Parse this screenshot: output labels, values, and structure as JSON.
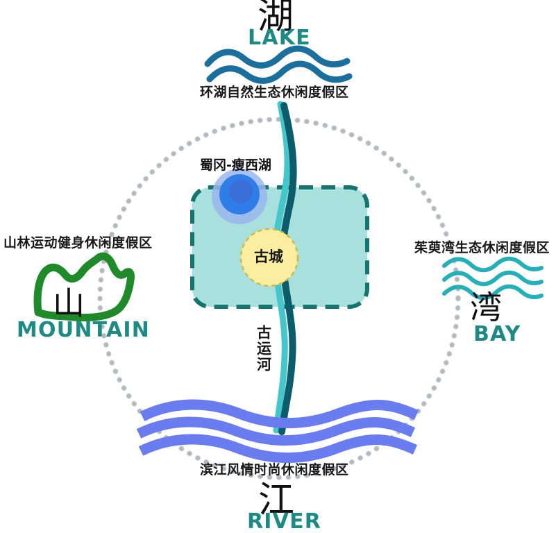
{
  "diagram": {
    "title": "Yangzhou tourism spatial structure diagram",
    "palette": {
      "lake_wave": "#1b6f9c",
      "bay_wave": "#23b0b8",
      "river_wave": "#6a7df0",
      "mountain_green": "#1f8a2a",
      "en_teal": "#1d8a84",
      "canal_dark": "#0d5c6b",
      "canal_light": "#45c6cb",
      "zone_fill": "#a8e0dd",
      "zone_border": "#13756e",
      "core_fill": "#fbeea0",
      "core_border": "#d8b83a",
      "marker_outer": "#9ab6ef",
      "marker_mid": "#2f7ee8",
      "marker_inner": "#3a6fd8",
      "boundary_dot": "#b4b7bd",
      "text_dark": "#17171a"
    },
    "boundary": {
      "name": "dotted-city-boundary-circle",
      "shape": "circle",
      "dot_color": "#b4b7bd"
    }
  },
  "cardinals": {
    "north": {
      "glyph": "湖",
      "english": "LAKE",
      "zone_label": "环湖自然生态休闲度假区",
      "icon": "lake-waves-icon",
      "wave_count": 2
    },
    "west": {
      "glyph": "山",
      "english": "MOUNTAIN",
      "zone_label": "山林运动健身休闲度假区",
      "icon": "mountain-ridge-icon"
    },
    "east": {
      "glyph": "湾",
      "english": "BAY",
      "zone_label": "茱萸湾生态休闲度假区",
      "icon": "bay-waves-icon",
      "wave_count": 3
    },
    "south": {
      "glyph": "江",
      "english": "RIVER",
      "zone_label": "滨江风情时尚休闲度假区",
      "icon": "river-waves-icon",
      "wave_count": 3
    }
  },
  "center": {
    "scenic_marker_label": "蜀冈-瘦西湖",
    "scenic_marker_icon": "concentric-circle-marker-icon",
    "core_zone_label": "古城",
    "canal_label": "古运河",
    "canal_icon": "grand-canal-line-icon",
    "zone_rect_name": "central-urban-dashed-zone"
  }
}
